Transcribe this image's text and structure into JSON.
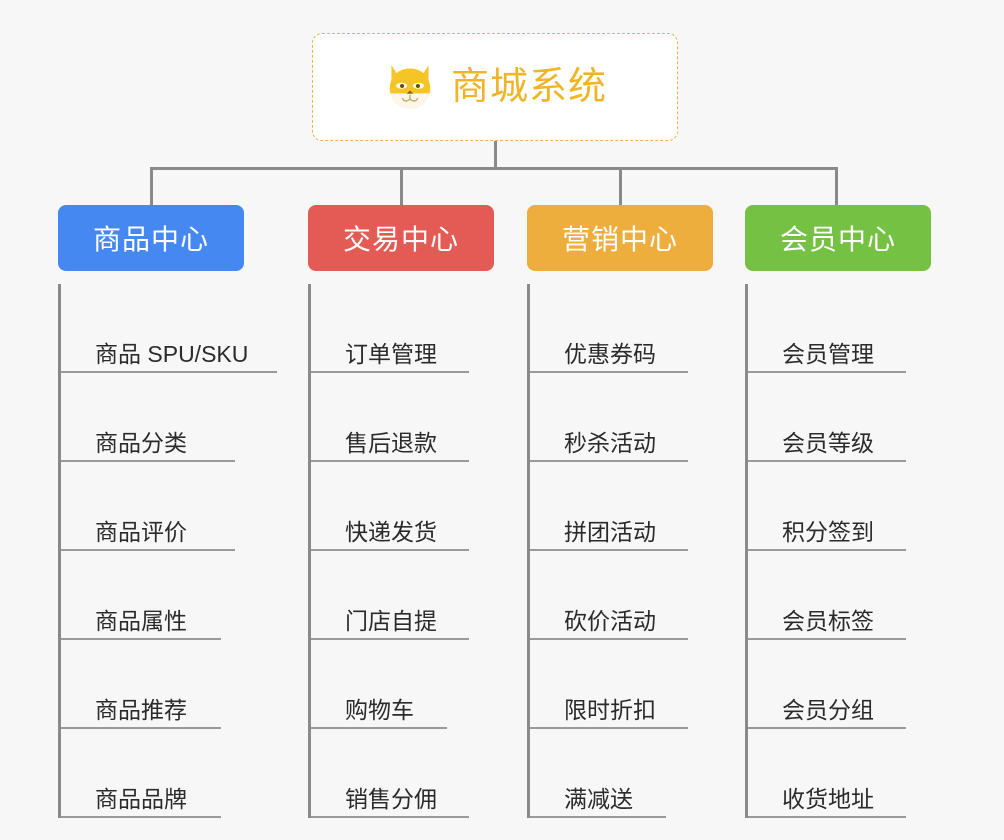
{
  "diagram": {
    "type": "org-chart",
    "background_color": "#f7f7f7",
    "root": {
      "title": "商城系统",
      "icon": "shiba-dog-face-icon",
      "border_color": "#e9b44c",
      "text_color": "#f0b429"
    },
    "connector_color": "#8a8a8a",
    "branches": [
      {
        "label": "商品中心",
        "color": "#4688f1",
        "items": [
          "商品 SPU/SKU",
          "商品分类",
          "商品评价",
          "商品属性",
          "商品推荐",
          "商品品牌"
        ]
      },
      {
        "label": "交易中心",
        "color": "#e45b56",
        "items": [
          "订单管理",
          "售后退款",
          "快递发货",
          "门店自提",
          "购物车",
          "销售分佣"
        ]
      },
      {
        "label": "营销中心",
        "color": "#edae3e",
        "items": [
          "优惠券码",
          "秒杀活动",
          "拼团活动",
          "砍价活动",
          "限时折扣",
          "满减送"
        ]
      },
      {
        "label": "会员中心",
        "color": "#75c143",
        "items": [
          "会员管理",
          "会员等级",
          "积分签到",
          "会员标签",
          "会员分组",
          "收货地址"
        ]
      }
    ]
  }
}
